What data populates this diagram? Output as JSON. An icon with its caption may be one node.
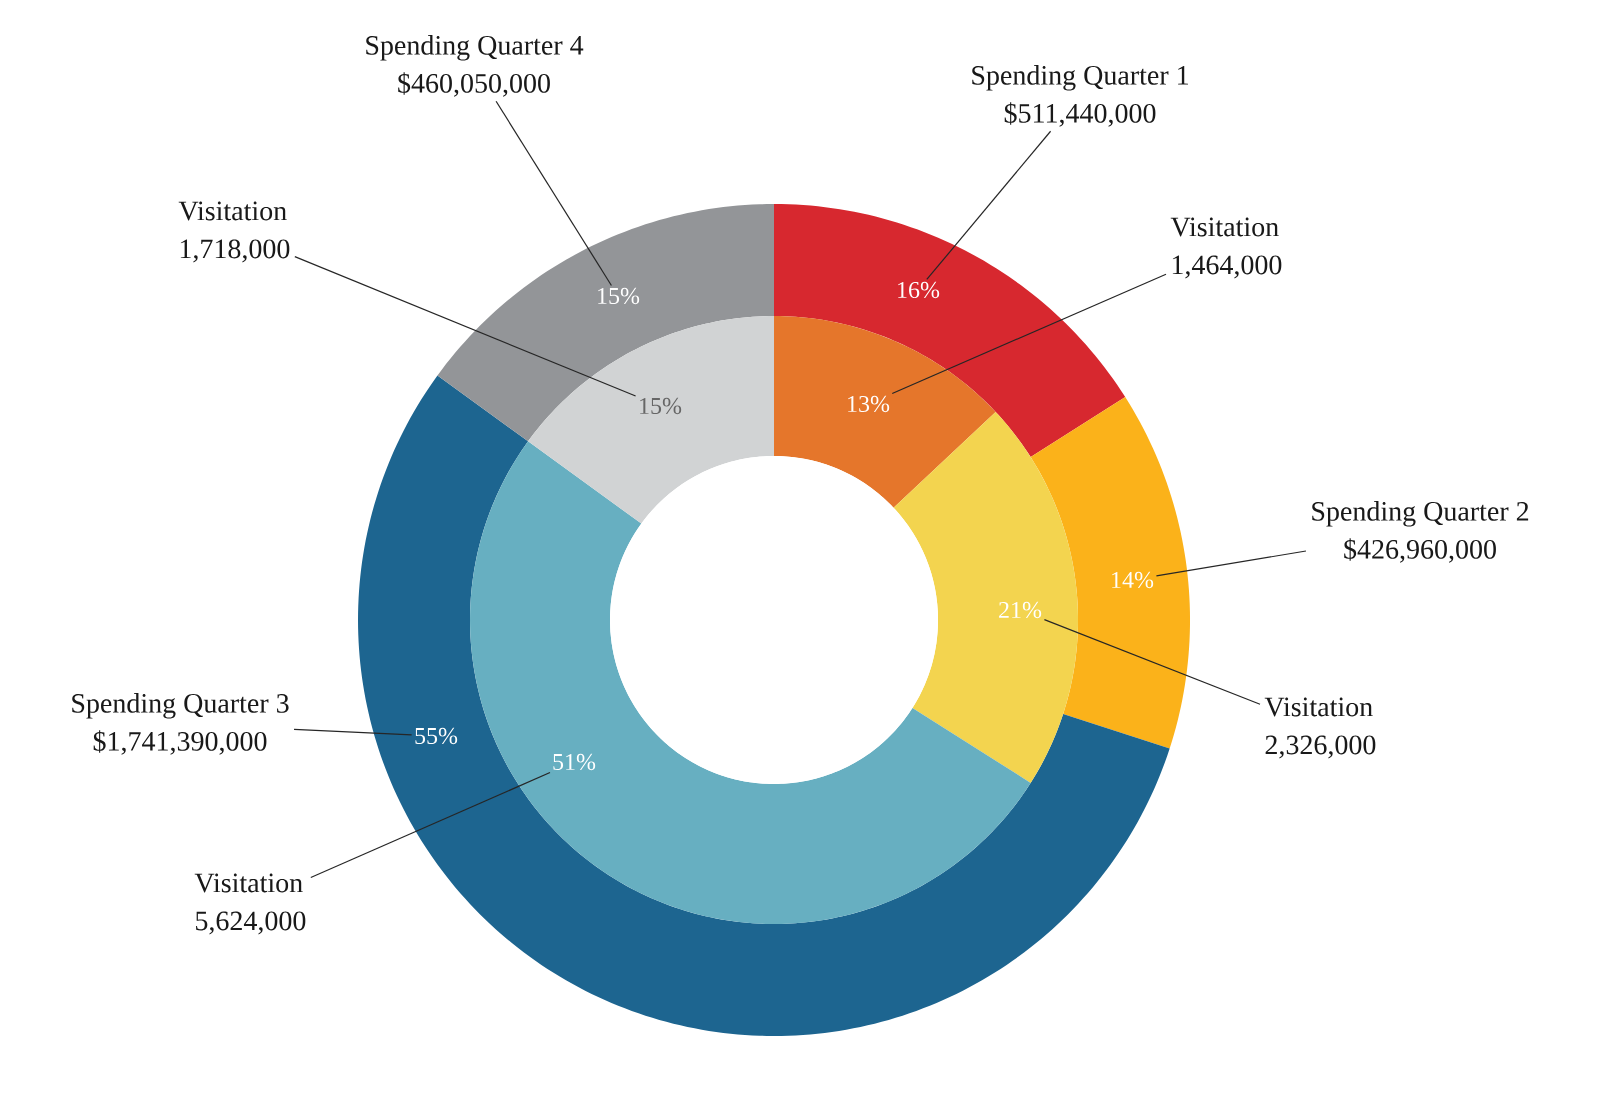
{
  "diagram": {
    "nodes": [
      {
        "text": [
          "Spending Quarter 4",
          "$460,050,000"
        ]
      },
      {
        "text": [
          "Spending Quarter 1",
          "$511,440,000"
        ]
      },
      {
        "text": [
          "Visitation",
          "1,718,000"
        ]
      },
      {
        "text": [
          "Visitation",
          "1,464,000"
        ]
      },
      {
        "text": [
          "Spending Quarter 2",
          "$426,960,000"
        ]
      },
      {
        "text": [
          "Spending Quarter 3",
          "$1,741,390,000"
        ]
      },
      {
        "text": [
          "Visitation",
          "2,326,000"
        ]
      },
      {
        "text": [
          "Visitation",
          "5,624,000"
        ]
      },
      {
        "text": [
          "16%"
        ]
      },
      {
        "text": [
          "14%"
        ]
      },
      {
        "text": [
          "55%"
        ]
      },
      {
        "text": [
          "15%"
        ]
      },
      {
        "text": [
          "13%"
        ]
      },
      {
        "text": [
          "21%"
        ]
      },
      {
        "text": [
          "51%"
        ]
      },
      {
        "text": [
          "15%"
        ]
      }
    ],
    "edges": [
      {
        "from": 0,
        "to": 11,
        "arrow": "none"
      },
      {
        "from": 1,
        "to": 8,
        "arrow": "none"
      },
      {
        "from": 2,
        "to": 15,
        "arrow": "none"
      },
      {
        "from": 3,
        "to": 12,
        "arrow": "none"
      },
      {
        "from": 4,
        "to": 9,
        "arrow": "none"
      },
      {
        "from": 5,
        "to": 10,
        "arrow": "none"
      },
      {
        "from": 6,
        "to": 13,
        "arrow": "none"
      },
      {
        "from": 7,
        "to": 14,
        "arrow": "none"
      }
    ]
  }
}
